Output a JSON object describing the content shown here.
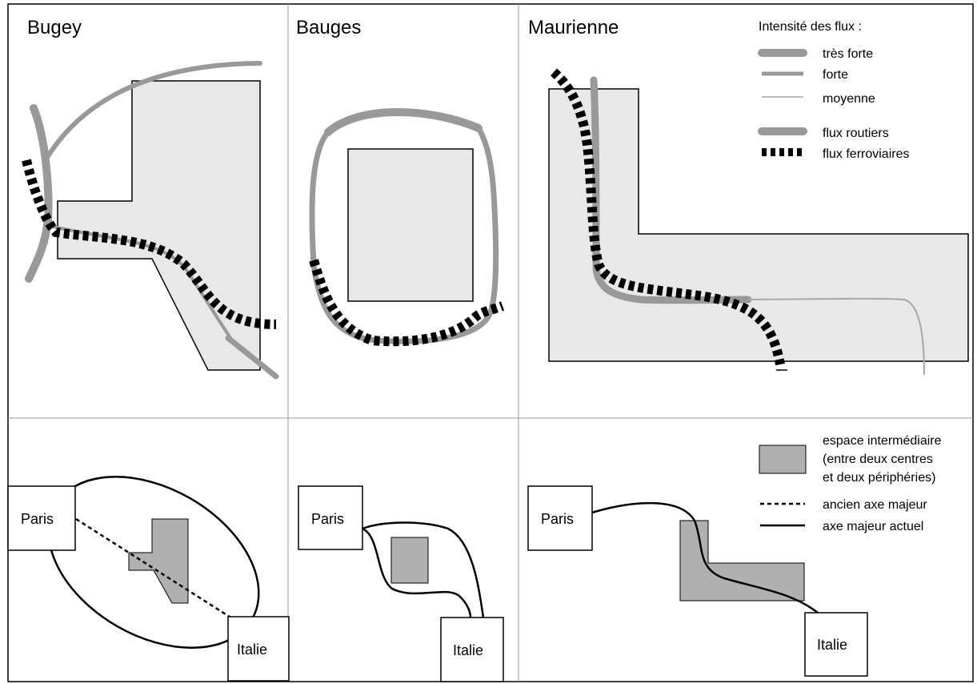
{
  "colors": {
    "zone_fill": "#e8e8e8",
    "flux_grey": "#999999",
    "thin_grey": "#a8a8a8",
    "intermediate_fill": "#b0b0b0",
    "rail": "#000000"
  },
  "panels": {
    "bugey": {
      "title": "Bugey"
    },
    "bauges": {
      "title": "Bauges"
    },
    "maurienne": {
      "title": "Maurienne"
    }
  },
  "legend_top": {
    "heading": "Intensité des flux :",
    "tres_forte": "très forte",
    "forte": "forte",
    "moyenne": "moyenne",
    "flux_routiers": "flux routiers",
    "flux_ferroviaires": "flux ferroviaires"
  },
  "legend_bottom": {
    "espace_line1": "espace intermédiaire",
    "espace_line2": "(entre deux centres",
    "espace_line3": "et deux périphéries)",
    "ancien_axe": "ancien axe majeur",
    "axe_actuel": "axe majeur actuel"
  },
  "places": {
    "paris": "Paris",
    "italie": "Italie"
  }
}
